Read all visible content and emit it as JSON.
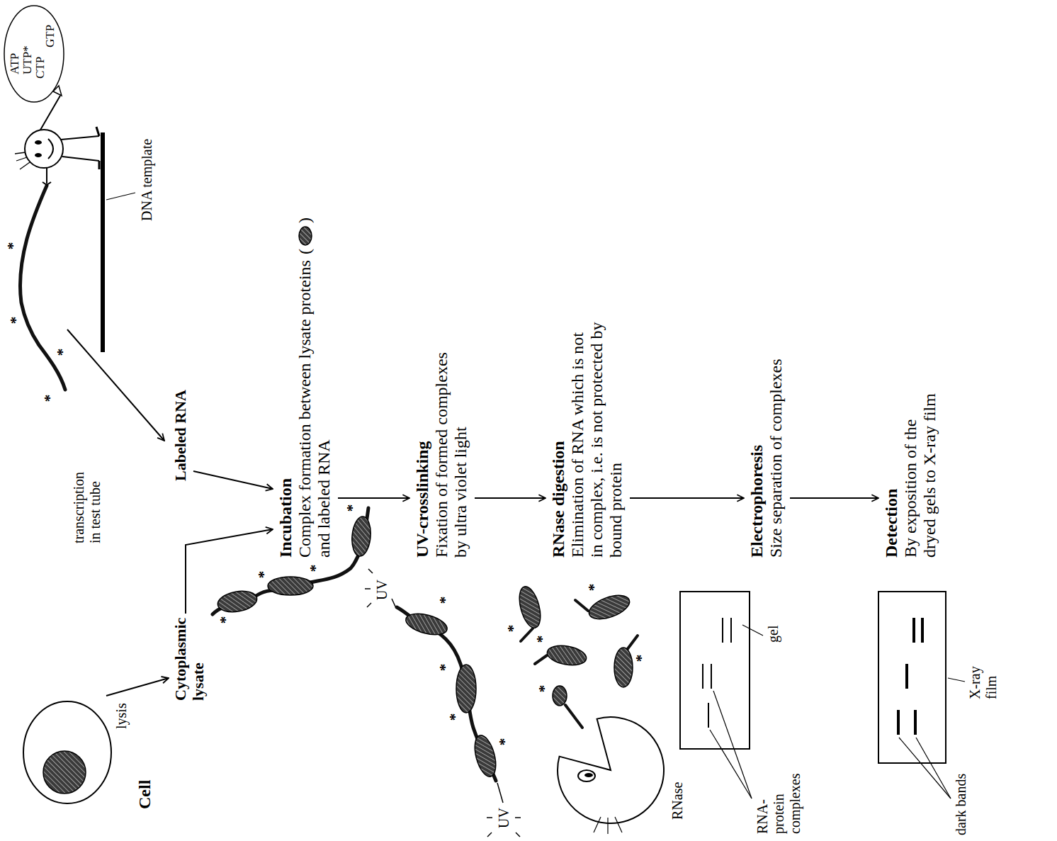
{
  "diagram": {
    "nodes": [
      {
        "text": [
          "Cell"
        ]
      },
      {
        "text": [
          "Cytoplasmic lysate"
        ]
      },
      {
        "text": [
          "Labeled RNA"
        ]
      },
      {
        "text": [
          "ATP",
          "UTP*",
          "CTP",
          "GTP"
        ]
      },
      {
        "text": [
          "Incubation",
          "Complex formation between lysate proteins",
          "and labeled RNA"
        ]
      },
      {
        "text": [
          "UV-crosslinking",
          "Fixation of formed complexes by ultra violet light"
        ]
      },
      {
        "text": [
          "RNase digestion",
          "Elimination of RNA which is not in complex, i.e. is not protected by bound protein"
        ]
      },
      {
        "text": [
          "Electrophoresis",
          "Size separation of complexes"
        ]
      },
      {
        "text": [
          "Detection",
          "By exposition of the dryed gels to X-ray film"
        ]
      }
    ],
    "edges": [
      {
        "from": 0,
        "to": 1,
        "arrow": "to",
        "label": "lysis"
      },
      {
        "from": 1,
        "to": 4,
        "arrow": "to"
      },
      {
        "from": 2,
        "to": 4,
        "arrow": "to"
      },
      {
        "from": 4,
        "to": 5,
        "arrow": "to"
      },
      {
        "from": 5,
        "to": 6,
        "arrow": "to"
      },
      {
        "from": 6,
        "to": 7,
        "arrow": "to"
      },
      {
        "from": 7,
        "to": 8,
        "arrow": "to"
      }
    ],
    "labels": [
      "transcription in test tube",
      "DNA template",
      "(",
      ")",
      "UV",
      "UV",
      "RNase",
      "RNA- protein complexes",
      "gel",
      "dark bands",
      "X-ray film",
      "*",
      "*",
      "*",
      "*",
      "*",
      "*",
      "*",
      "*",
      "*",
      "*",
      "*",
      "*",
      "*",
      "*",
      "*",
      "*",
      "*"
    ]
  }
}
